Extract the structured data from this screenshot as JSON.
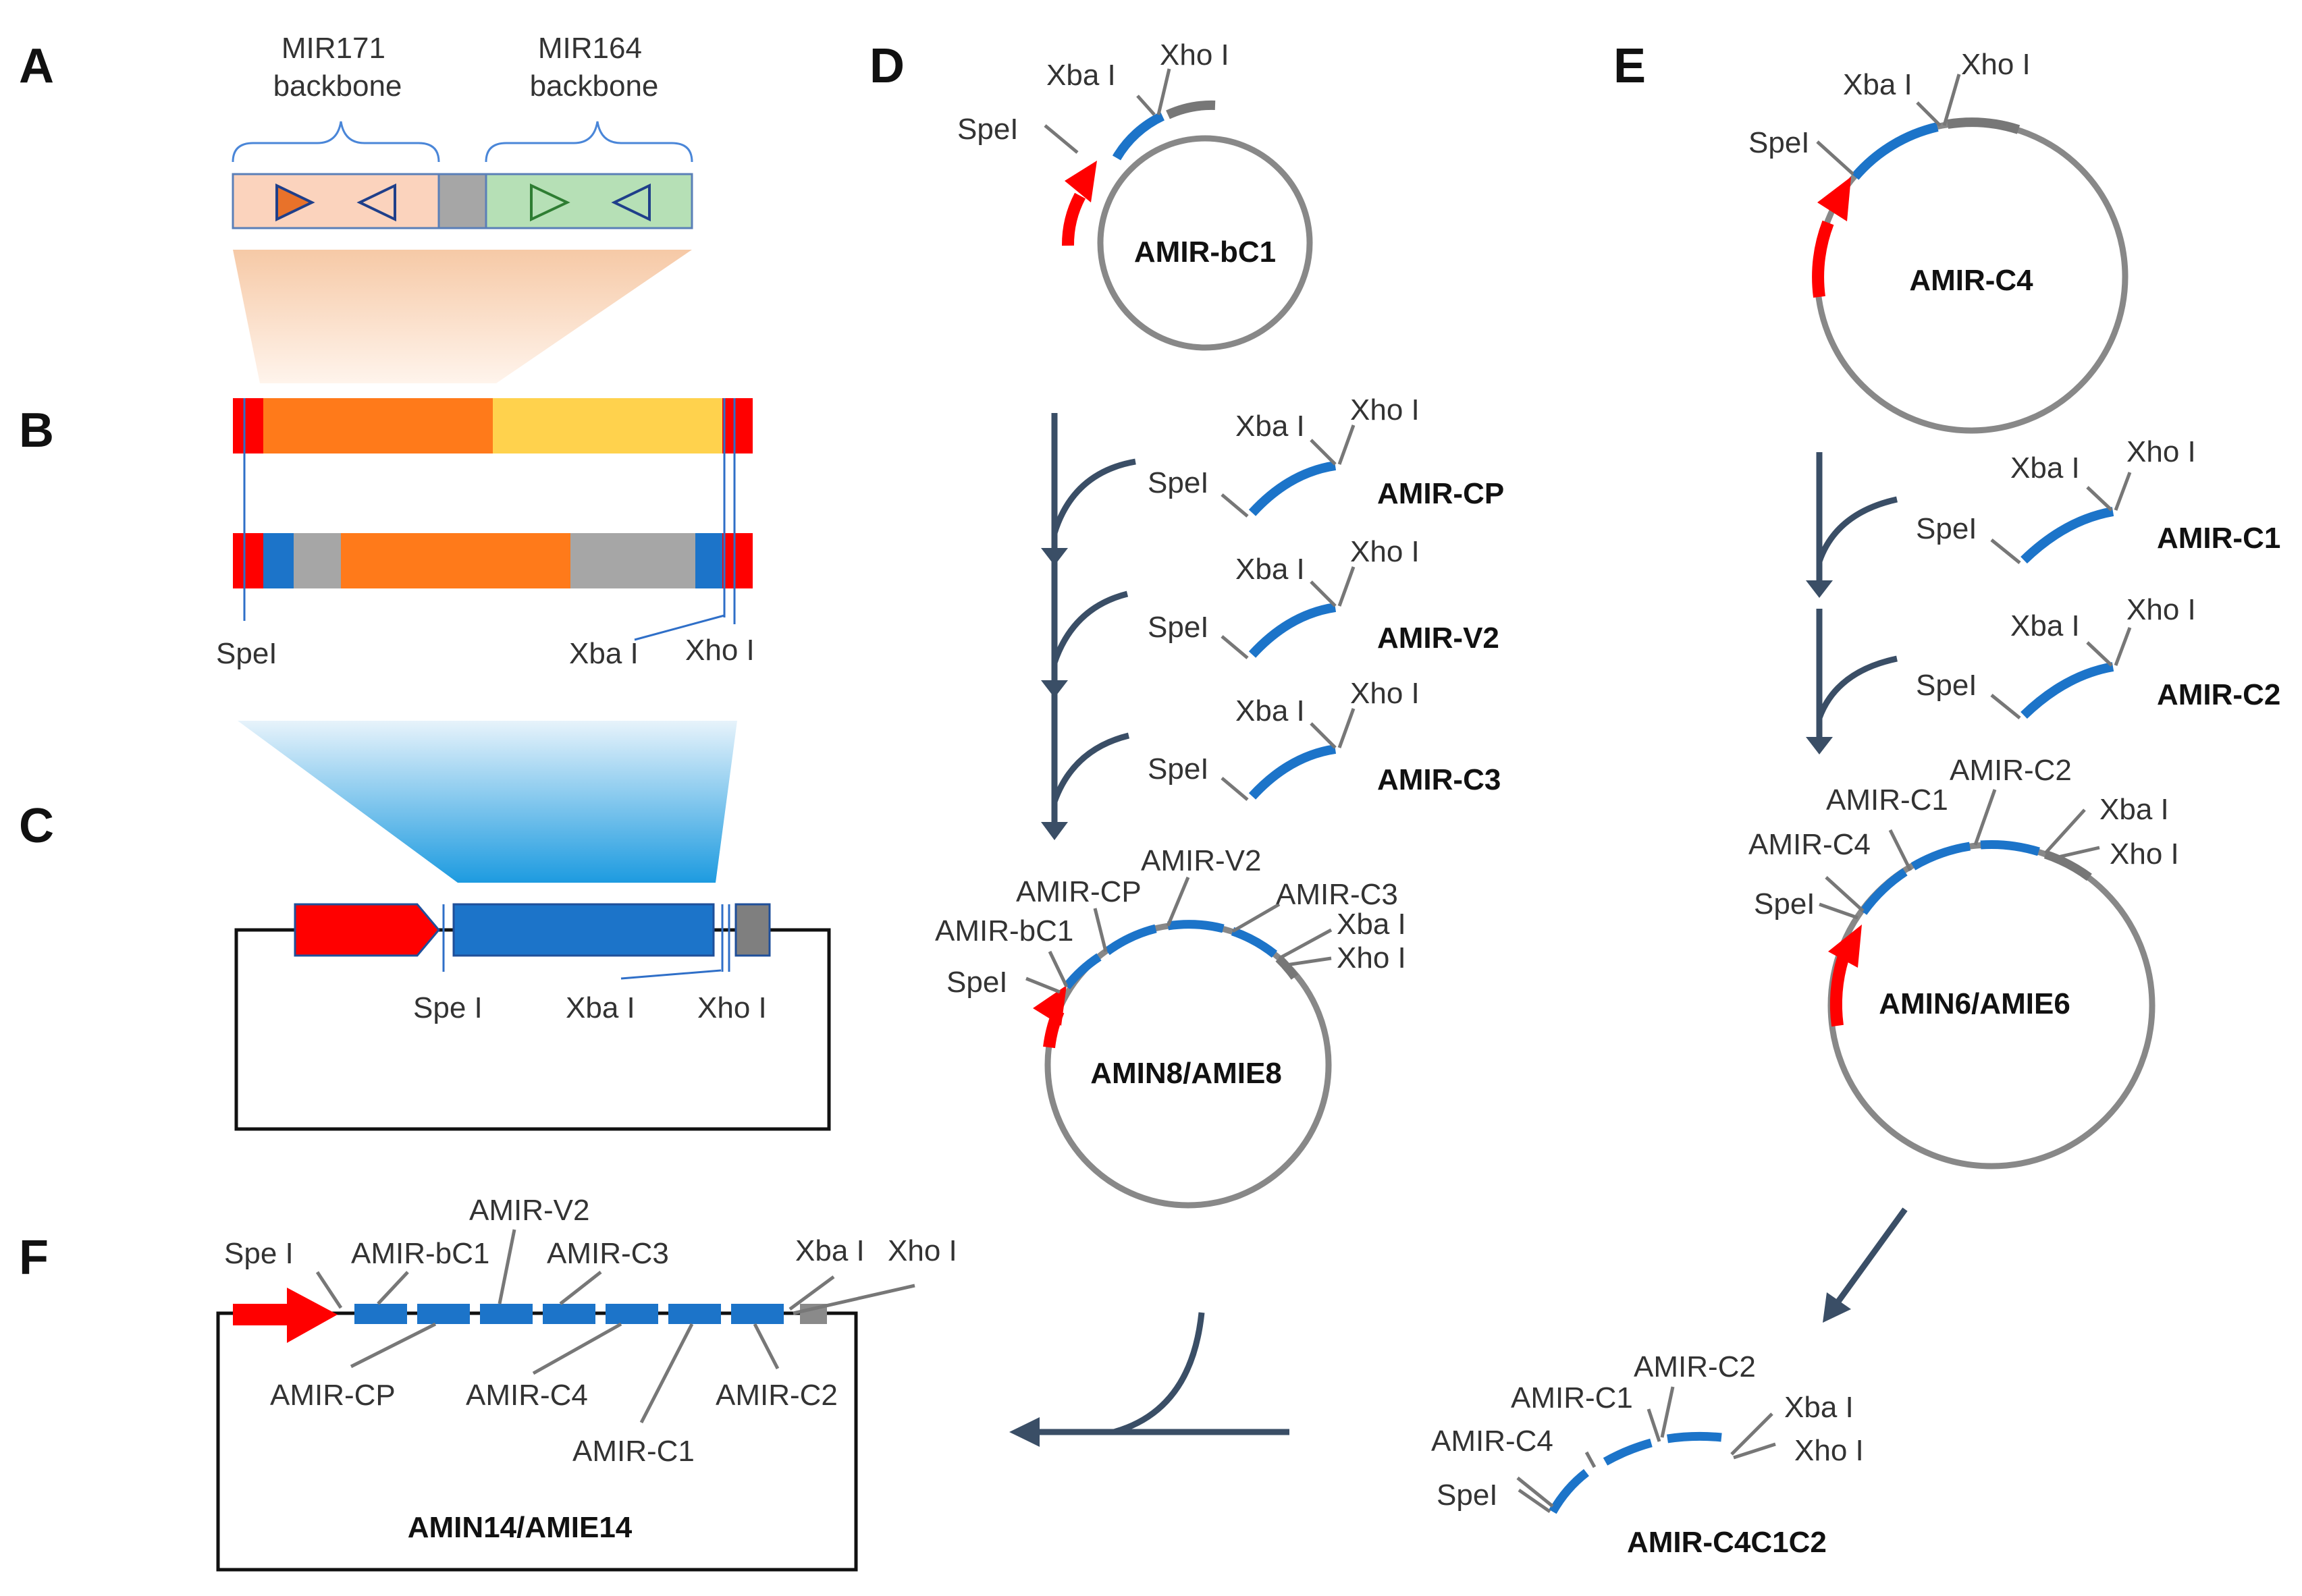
{
  "panels": {
    "a": "A",
    "b": "B",
    "c": "C",
    "d": "D",
    "e": "E",
    "f": "F"
  },
  "colors": {
    "promoter_red": "#ff0000",
    "amir_blue": "#1c74c9",
    "terminator_gray": "#7f7f7f",
    "backbone_orange": "#ff7a1a",
    "backbone_yellow": "#ffd24d",
    "arrow_navy": "#3a4e66"
  },
  "panel_a": {
    "left_label": "MIR171\nbackbone",
    "right_label": "MIR164\nbackbone"
  },
  "sites": {
    "spe": "SpeI",
    "spe_spaced": "Spe I",
    "xba": "Xba I",
    "xho": "Xho I"
  },
  "panel_d": {
    "start": "AMIR-bC1",
    "inserts": [
      "AMIR-CP",
      "AMIR-V2",
      "AMIR-C3"
    ],
    "result": "AMIN8/AMIE8",
    "result_labels": [
      "AMIR-CP",
      "AMIR-V2",
      "AMIR-C3",
      "AMIR-bC1"
    ]
  },
  "panel_e": {
    "start": "AMIR-C4",
    "inserts": [
      "AMIR-C1",
      "AMIR-C2"
    ],
    "result": "AMIN6/AMIE6",
    "result_labels": [
      "AMIR-C1",
      "AMIR-C2",
      "AMIR-C4"
    ],
    "fragment": "AMIR-C4C1C2",
    "fragment_labels": [
      "AMIR-C2",
      "AMIR-C1",
      "AMIR-C4"
    ]
  },
  "panel_f": {
    "top_labels": [
      "AMIR-V2",
      "AMIR-bC1",
      "AMIR-C3"
    ],
    "bottom_labels": [
      "AMIR-CP",
      "AMIR-C4",
      "AMIR-C2",
      "AMIR-C1"
    ],
    "result": "AMIN14/AMIE14"
  }
}
